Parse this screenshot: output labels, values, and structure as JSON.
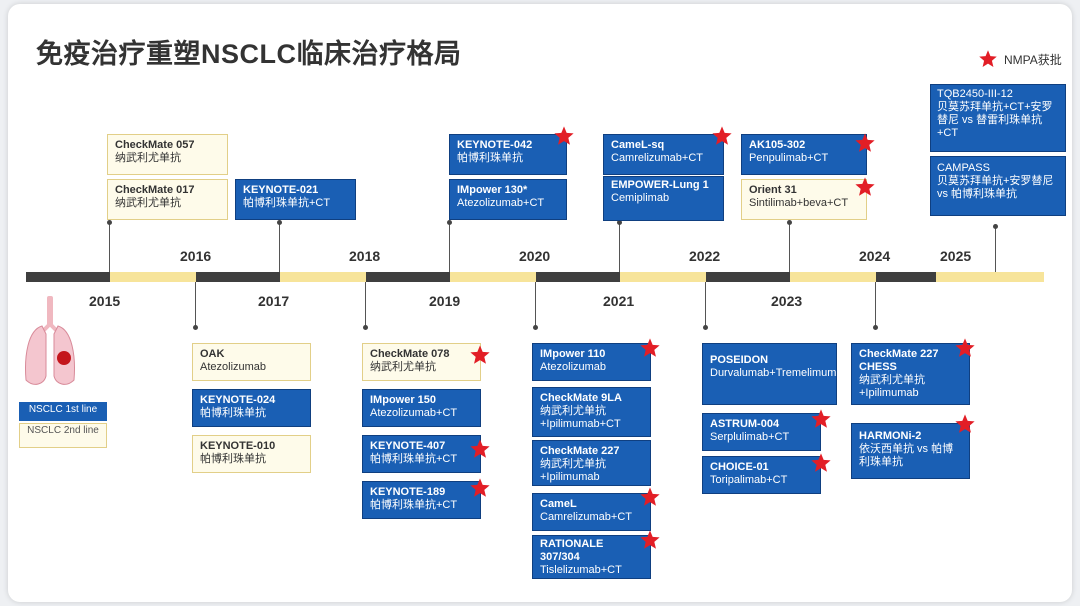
{
  "title": "免疫治疗重塑NSCLC临床治疗格局",
  "legend_label": "NMPA获批",
  "star_color": "#e21e26",
  "years_top": [
    "2016",
    "2018",
    "2020",
    "2022",
    "2024",
    "2025"
  ],
  "years_bottom": [
    "2015",
    "2017",
    "2019",
    "2021",
    "2023"
  ],
  "nsclc_1": "NSCLC 1st line",
  "nsclc_2": "NSCLC 2nd line",
  "cards": [
    {
      "id": "cm057",
      "title": "CheckMate 057",
      "sub": "纳武利尤单抗",
      "approved": false
    },
    {
      "id": "cm017",
      "title": "CheckMate 017",
      "sub": "纳武利尤单抗",
      "approved": false
    },
    {
      "id": "kn021",
      "title": "KEYNOTE-021",
      "sub": "帕博利珠单抗+CT",
      "approved": false
    },
    {
      "id": "kn042",
      "title": "KEYNOTE-042",
      "sub": "帕博利珠单抗",
      "approved": true
    },
    {
      "id": "imp130",
      "title": "IMpower 130*",
      "sub": "Atezolizumab+CT",
      "approved": false
    },
    {
      "id": "camelsq",
      "title": "CameL-sq",
      "sub": "Camrelizumab+CT",
      "approved": true
    },
    {
      "id": "empower",
      "title": "EMPOWER-Lung 1",
      "sub": "Cemiplimab",
      "approved": false
    },
    {
      "id": "ak105",
      "title": "AK105-302",
      "sub": "Penpulimab+CT",
      "approved": true
    },
    {
      "id": "orient31",
      "title": "Orient 31",
      "sub": "Sintilimab+beva+CT",
      "approved": true
    },
    {
      "id": "tqb",
      "title": "TQB2450-III-12",
      "sub": "贝莫苏拜单抗+CT+安罗替尼 vs 替雷利珠单抗+CT",
      "approved": false
    },
    {
      "id": "campass",
      "title": "CAMPASS",
      "sub": "贝莫苏拜单抗+安罗替尼 vs 帕博利珠单抗",
      "approved": false
    },
    {
      "id": "oak",
      "title": "OAK",
      "sub": "Atezolizumab",
      "approved": false
    },
    {
      "id": "kn024",
      "title": "KEYNOTE-024",
      "sub": "帕博利珠单抗",
      "approved": false
    },
    {
      "id": "kn010",
      "title": "KEYNOTE-010",
      "sub": "帕博利珠单抗",
      "approved": false
    },
    {
      "id": "cm078",
      "title": "CheckMate 078",
      "sub": "纳武利尤单抗",
      "approved": true
    },
    {
      "id": "imp150",
      "title": "IMpower 150",
      "sub": "Atezolizumab+CT",
      "approved": false
    },
    {
      "id": "kn407",
      "title": "KEYNOTE-407",
      "sub": "帕博利珠单抗+CT",
      "approved": true
    },
    {
      "id": "kn189",
      "title": "KEYNOTE-189",
      "sub": "帕博利珠单抗+CT",
      "approved": true
    },
    {
      "id": "imp110",
      "title": "IMpower 110",
      "sub": "Atezolizumab",
      "approved": true
    },
    {
      "id": "cm9la",
      "title": "CheckMate 9LA",
      "sub": "纳武利尤单抗+Ipilimumab+CT",
      "approved": false
    },
    {
      "id": "cm227",
      "title": "CheckMate 227",
      "sub": "纳武利尤单抗+Ipilimumab",
      "approved": false
    },
    {
      "id": "camel",
      "title": "CameL",
      "sub": "Camrelizumab+CT",
      "approved": true
    },
    {
      "id": "rationale",
      "title": "RATIONALE 307/304",
      "sub": "Tislelizumab+CT",
      "approved": true
    },
    {
      "id": "poseidon",
      "title": "POSEIDON",
      "sub": "Durvalumab+Tremelimumab+CT",
      "approved": false
    },
    {
      "id": "astrum",
      "title": "ASTRUM-004",
      "sub": "Serplulimab+CT",
      "approved": true
    },
    {
      "id": "choice",
      "title": "CHOICE-01",
      "sub": "Toripalimab+CT",
      "approved": true
    },
    {
      "id": "cm227chess",
      "title": "CheckMate 227 CHESS",
      "sub": "纳武利尤单抗+Ipilimumab",
      "approved": true
    },
    {
      "id": "harmoni",
      "title": "HARMONi-2",
      "sub": "依沃西单抗 vs 帕博利珠单抗",
      "approved": true
    }
  ]
}
